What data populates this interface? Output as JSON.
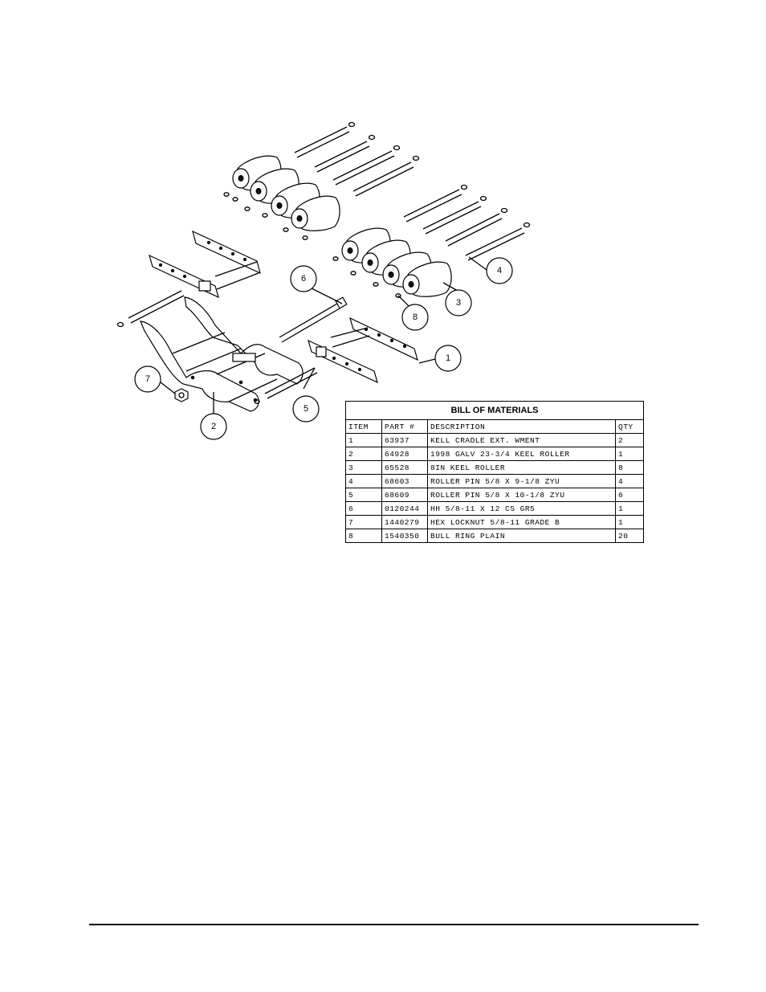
{
  "balloons": [
    {
      "id": "1",
      "label": "1"
    },
    {
      "id": "2",
      "label": "2"
    },
    {
      "id": "3",
      "label": "3"
    },
    {
      "id": "4",
      "label": "4"
    },
    {
      "id": "5",
      "label": "5"
    },
    {
      "id": "6",
      "label": "6"
    },
    {
      "id": "7",
      "label": "7"
    },
    {
      "id": "8",
      "label": "8"
    }
  ],
  "bom": {
    "title": "BILL OF MATERIALS",
    "headers": {
      "item": "ITEM",
      "part": "PART #",
      "description": "DESCRIPTION",
      "qty": "QTY"
    },
    "rows": [
      {
        "item": "1",
        "part": "63937",
        "description": "KELL CRADLE EXT. WMENT",
        "qty": "2"
      },
      {
        "item": "2",
        "part": "64928",
        "description": "1998 GALV 23-3/4 KEEL ROLLER",
        "qty": "1"
      },
      {
        "item": "3",
        "part": "65528",
        "description": "8IN KEEL ROLLER",
        "qty": "8"
      },
      {
        "item": "4",
        "part": "68603",
        "description": "ROLLER PIN 5/8 X 9-1/8 ZYU",
        "qty": "4"
      },
      {
        "item": "5",
        "part": "68609",
        "description": "ROLLER PIN 5/8 X 10-1/8 ZYU",
        "qty": "6"
      },
      {
        "item": "6",
        "part": "0120244",
        "description": "HH 5/8-11 X 12 CS GR5",
        "qty": "1"
      },
      {
        "item": "7",
        "part": "1440279",
        "description": "HEX LOCKNUT 5/8-11 GRADE B",
        "qty": "1"
      },
      {
        "item": "8",
        "part": "1540350",
        "description": "BULL RING PLAIN",
        "qty": "20"
      }
    ]
  }
}
